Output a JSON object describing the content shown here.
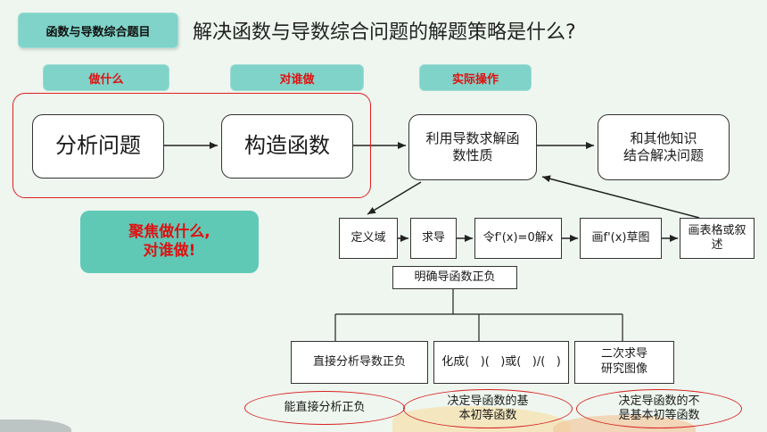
{
  "header": {
    "tag": "函数与导数综合题目",
    "title": "解决函数与导数综合问题的解题策略是什么?"
  },
  "columns": {
    "what": "做什么",
    "who": "对谁做",
    "action": "实际操作"
  },
  "flow": {
    "analyze": "分析问题",
    "construct": "构造函数",
    "derivative_line1": "利用导数求解函",
    "derivative_line2": "数性质",
    "combine_line1": "和其他知识",
    "combine_line2": "结合解决问题"
  },
  "focus": {
    "line1": "聚焦做什么,",
    "line2": "对谁做!"
  },
  "steps": {
    "domain": "定义域",
    "derive": "求导",
    "solve": "令f'(x)=0解x",
    "sketch": "画f'(x)草图",
    "table_line1": "画表格或叙",
    "table_line2": "述"
  },
  "sign": "明确导函数正负",
  "branches": {
    "direct": "直接分析导数正负",
    "transform": "化成(   )(   )或(   )/(   )",
    "second_line1": "二次求导",
    "second_line2": "研究图像"
  },
  "notes": {
    "direct": "能直接分析正负",
    "basic_line1": "决定导函数的基",
    "basic_line2": "本初等函数",
    "nonbasic_line1": "决定导函数的不",
    "nonbasic_line2": "是基本初等函数"
  }
}
